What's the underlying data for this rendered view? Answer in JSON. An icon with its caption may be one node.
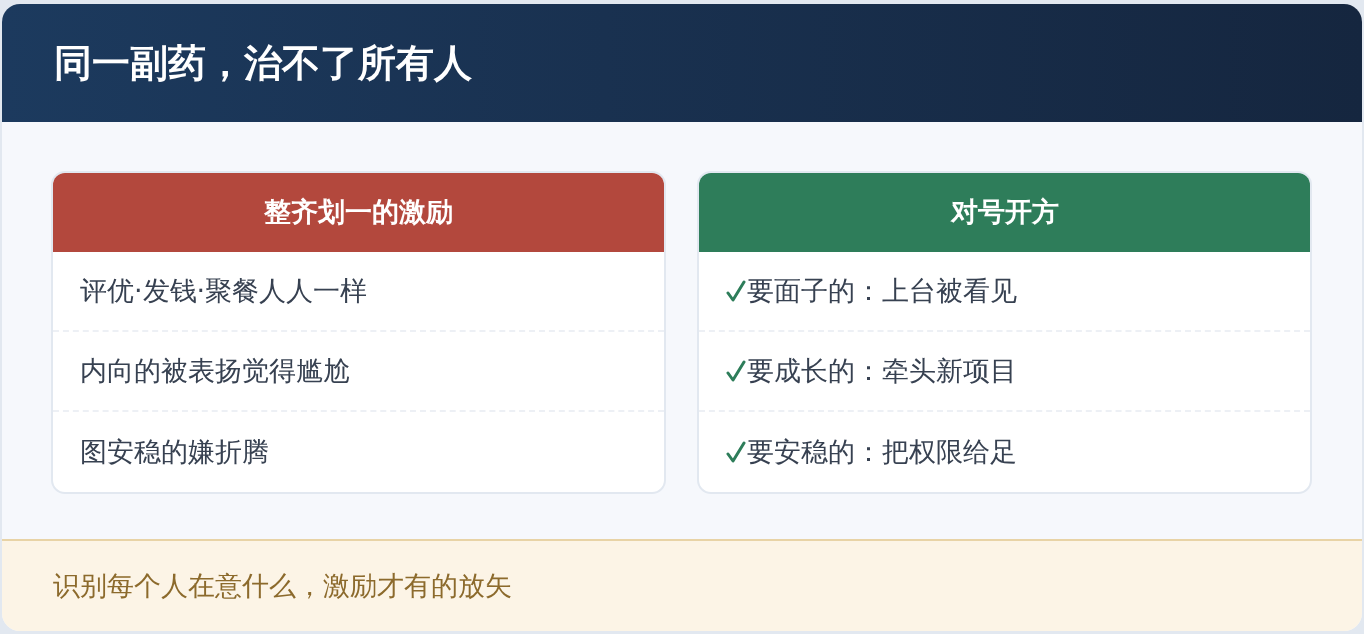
{
  "diagram": {
    "title": "同一副药，治不了所有人",
    "nodes": [
      {
        "text": [
          "整齐划一的激励"
        ]
      },
      {
        "text": [
          "评优·发钱·聚餐人人一样"
        ],
        "in": 0
      },
      {
        "text": [
          "内向的被表扬觉得尴尬"
        ],
        "in": 0
      },
      {
        "text": [
          "图安稳的嫌折腾"
        ],
        "in": 0
      },
      {
        "text": [
          "对号开方"
        ]
      },
      {
        "text": [
          "要面子的：上台被看见"
        ],
        "in": 4
      },
      {
        "text": [
          "要成长的：牵头新项目"
        ],
        "in": 4
      },
      {
        "text": [
          "要安稳的：把权限给足"
        ],
        "in": 4
      },
      {
        "text": [
          "识别每个人在意什么，激励才有的放矢"
        ]
      }
    ]
  }
}
